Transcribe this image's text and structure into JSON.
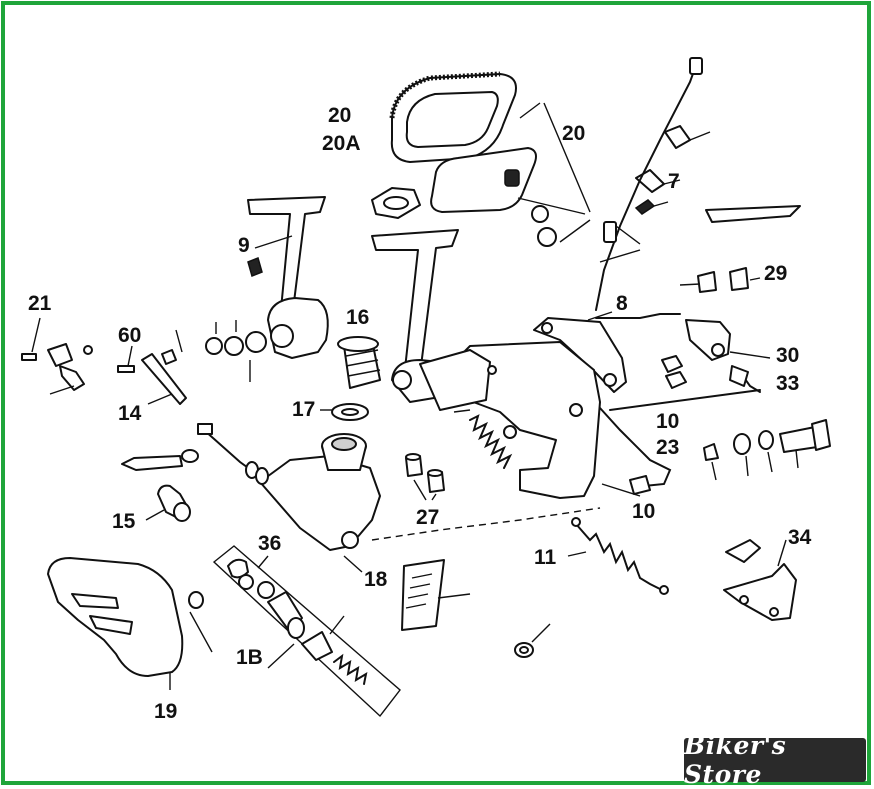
{
  "colors": {
    "border": "#1fa53a",
    "ink": "#111111",
    "badge_bg": "#2a2a2a",
    "badge_text": "#ffffff"
  },
  "callouts": {
    "c20a": "20",
    "c20b": "20A",
    "c20c": "20",
    "c9": "9",
    "c7": "7",
    "c29": "29",
    "c8": "8",
    "c21": "21",
    "c60": "60",
    "c16": "16",
    "c30": "30",
    "c33": "33",
    "c14": "14",
    "c17": "17",
    "c10a": "10",
    "c23": "23",
    "c15": "15",
    "c27": "27",
    "c10b": "10",
    "c36": "36",
    "c11": "11",
    "c34": "34",
    "c18": "18",
    "c1b": "1B",
    "c19": "19"
  },
  "brand": {
    "text": "Biker's Store",
    "icon": "logo-badge"
  }
}
